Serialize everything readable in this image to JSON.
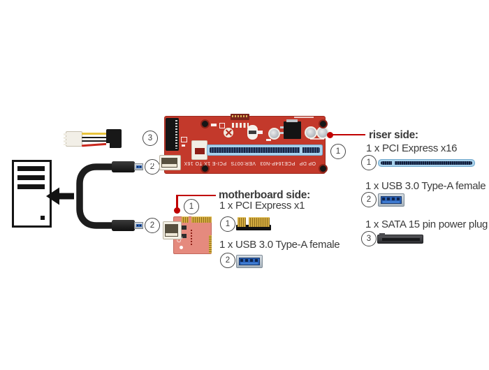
{
  "palette": {
    "accent_red": "#c00000",
    "pcb_red": "#c3392b",
    "card_salmon": "#e58a7e",
    "slot_light_blue": "#a9d2ec",
    "slot_navy": "#22345e",
    "usb_blue": "#2a62b8",
    "gold": "#d3aa3f",
    "text": "#3a3a3a"
  },
  "annotations": {
    "riser": {
      "heading": "riser side:",
      "items": [
        {
          "num": "1",
          "label": "1 x PCI Express x16",
          "graphic": "pcie-x16-slot-graphic"
        },
        {
          "num": "2",
          "label": "1 x USB 3.0 Type-A female",
          "graphic": "usb3-port-graphic"
        },
        {
          "num": "3",
          "label": "1 x SATA 15 pin power plug",
          "graphic": "sata-power-plug-graphic"
        }
      ]
    },
    "motherboard": {
      "heading": "motherboard side:",
      "items": [
        {
          "num": "1",
          "label": "1 x PCI Express x1",
          "graphic": "pcie-x1-edge-graphic"
        },
        {
          "num": "2",
          "label": "1 x USB 3.0 Type-A female",
          "graphic": "usb3-port-graphic"
        }
      ]
    }
  },
  "callouts": {
    "sata_cable": "3",
    "usb_cable_top": "2",
    "usb_cable_bottom": "2",
    "riser_board": "1",
    "mainboard_card": "1"
  },
  "silkscreen": {
    "model": "PCE164P-N03",
    "version": "VER:007S",
    "descriptor": "PCI-E 1X TO 16X",
    "ce_mark": "CE",
    "fcc_mark": "FC",
    "jumpers": "OP DP",
    "small_card_ce": "CE"
  },
  "icons": [
    "computer-case-icon",
    "insert-arrow-icon",
    "weee-bin-icon",
    "molex-4pin-connector",
    "sata-power-connector",
    "usb3-type-a-plug",
    "pcie-x16-slot",
    "pcie-x1-slot",
    "usb3-type-a-port"
  ]
}
